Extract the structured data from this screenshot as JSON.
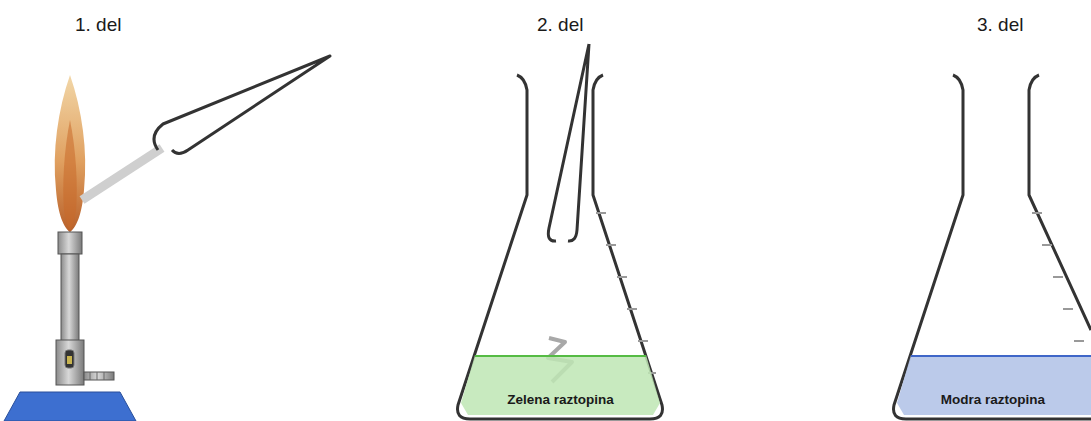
{
  "diagram": {
    "nodes": [
      {
        "text": [
          "Zelena raztopina"
        ]
      },
      {
        "text": [
          "Modra raztopina"
        ]
      }
    ],
    "labels": [
      "1. del",
      "2. del",
      "3. del"
    ]
  }
}
